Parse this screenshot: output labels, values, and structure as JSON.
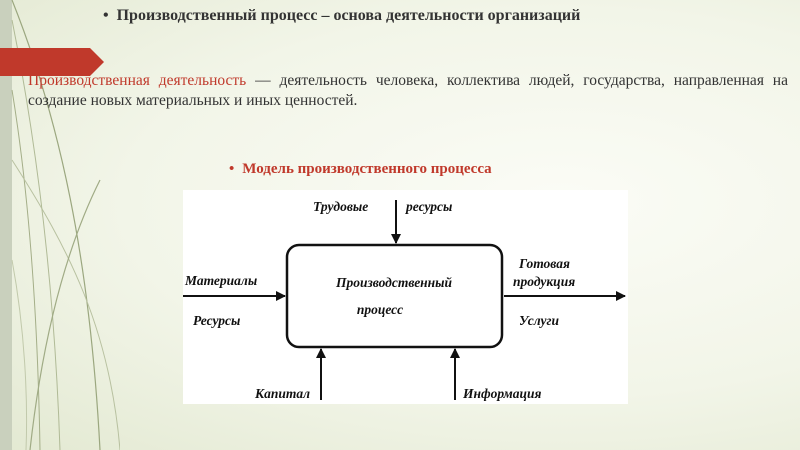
{
  "slide": {
    "title": "Производственный процесс – основа деятельности организаций",
    "definition_term": "Производственная деятельность",
    "definition_rest": " — деятельность человека, коллектива людей, государства, направленная на создание новых материальных и иных ценностей.",
    "subtitle": "Модель производственного процесса"
  },
  "diagram": {
    "box_line1": "Производственный",
    "box_line2": "процесс",
    "top_label_left": "Трудовые",
    "top_label_right": "ресурсы",
    "left_label_top": "Материалы",
    "left_label_bottom": "Ресурсы",
    "right_label_top1": "Готовая",
    "right_label_top2": "продукция",
    "right_label_bottom": "Услуги",
    "bottom_label_left": "Капитал",
    "bottom_label_right": "Информация"
  },
  "colors": {
    "accent_red": "#c0392b",
    "text": "#333333"
  }
}
